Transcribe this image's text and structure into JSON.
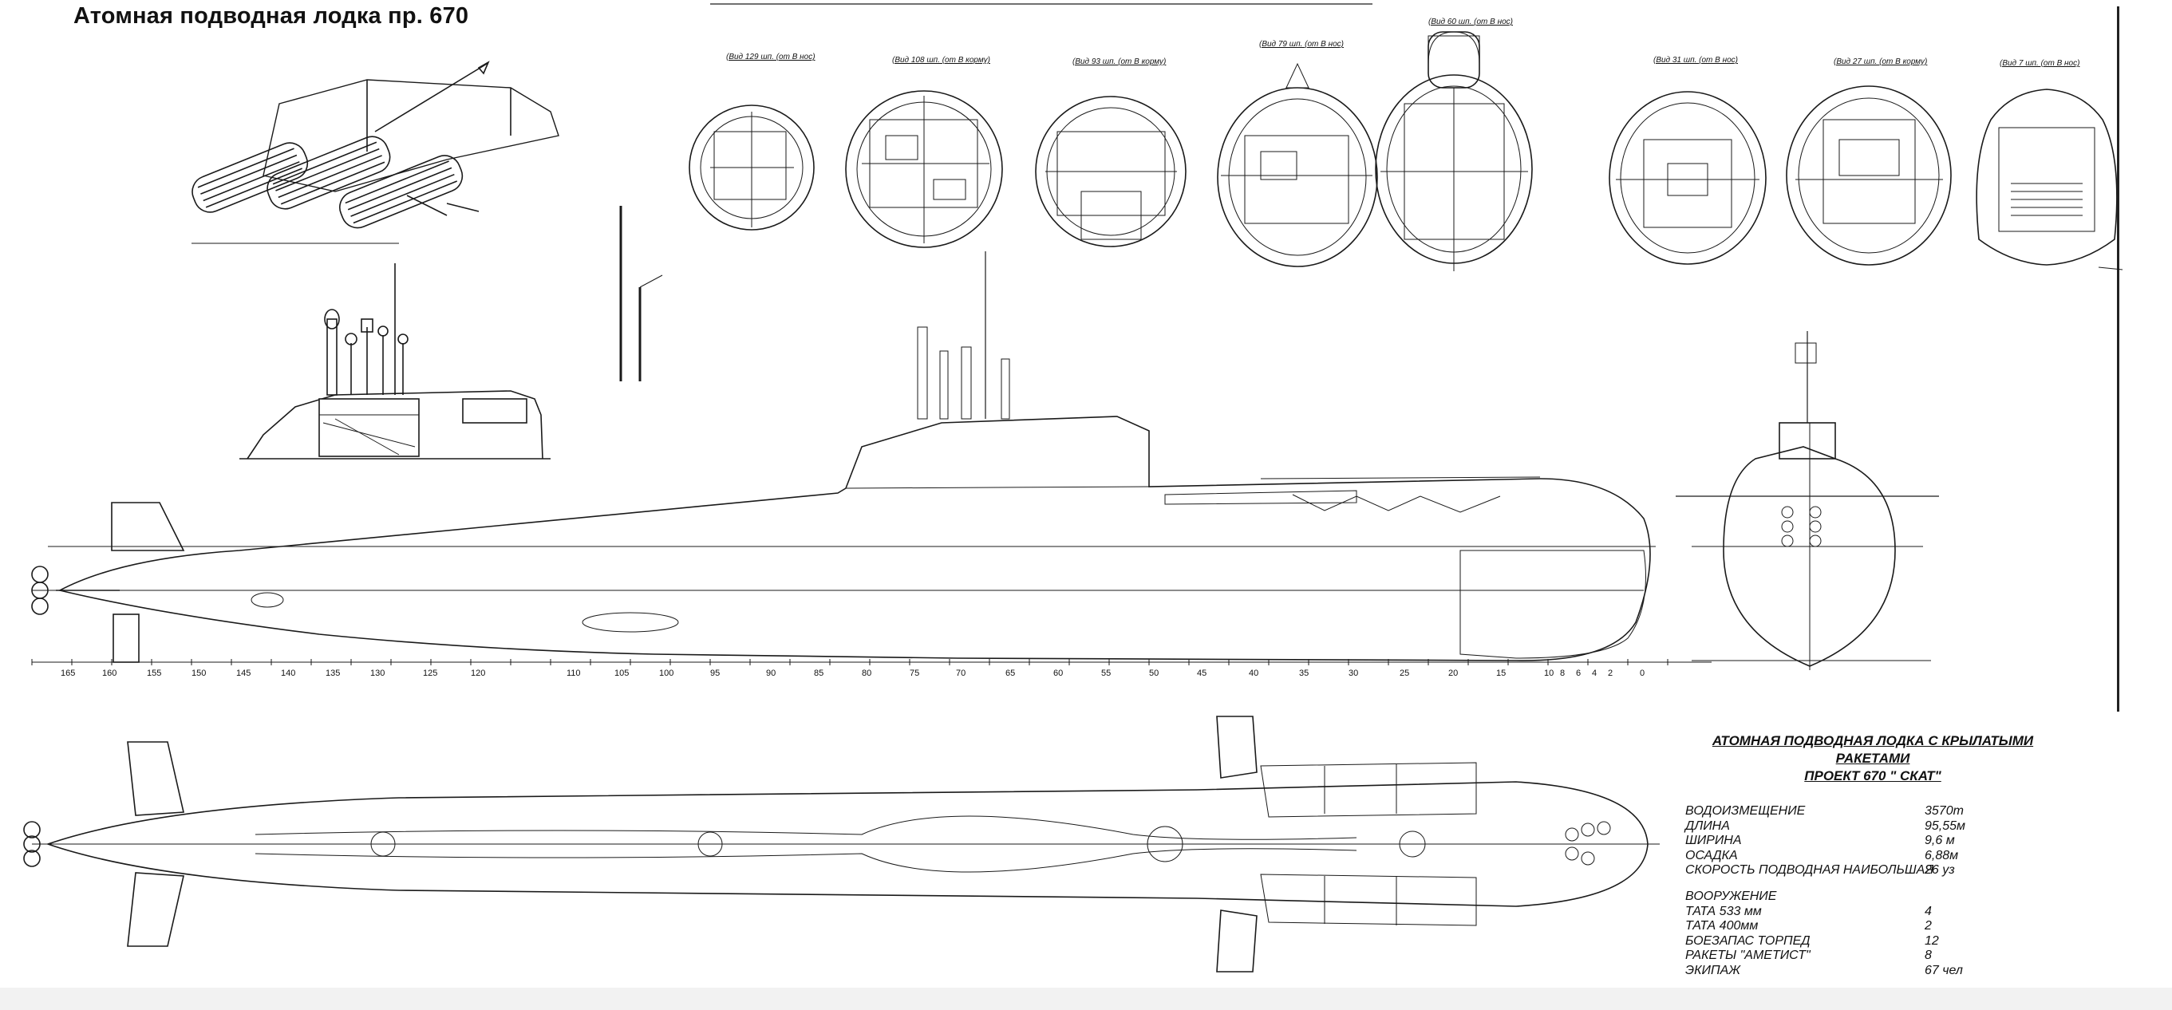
{
  "page": {
    "title": "Атомная подводная лодка пр. 670"
  },
  "spec": {
    "title_line1": "АТОМНАЯ ПОДВОДНАЯ ЛОДКА С КРЫЛАТЫМИ РАКЕТАМИ",
    "title_line2": "ПРОЕКТ 670 \" СКАТ\"",
    "rows": [
      {
        "label": "ВОДОИЗМЕЩЕНИЕ",
        "value": "3570т"
      },
      {
        "label": "ДЛИНА",
        "value": "95,55м"
      },
      {
        "label": "ШИРИНА",
        "value": "9,6 м"
      },
      {
        "label": "ОСАДКА",
        "value": "6,88м"
      },
      {
        "label": "СКОРОСТЬ ПОДВОДНАЯ НАИБОЛЬШАЯ",
        "value": "26 уз"
      }
    ],
    "armament_heading": "ВООРУЖЕНИЕ",
    "armament": [
      {
        "label": "ТАТА 533 мм",
        "value": "4"
      },
      {
        "label": "ТАТА 400мм",
        "value": "2"
      },
      {
        "label": "БОЕЗАПАС ТОРПЕД",
        "value": "12"
      },
      {
        "label": "РАКЕТЫ \"АМЕТИСТ\"",
        "value": "8"
      },
      {
        "label": "ЭКИПАЖ",
        "value": "67 чел"
      }
    ]
  },
  "scale_labels": [
    "165",
    "160",
    "155",
    "150",
    "145",
    "140",
    "135",
    "130",
    "125",
    "120",
    "110",
    "105",
    "100",
    "95",
    "90",
    "85",
    "80",
    "75",
    "70",
    "65",
    "60",
    "55",
    "50",
    "45",
    "40",
    "35",
    "30",
    "25",
    "20",
    "15",
    "10",
    "8",
    "6",
    "4",
    "2",
    "0"
  ],
  "section_labels": [
    "(Вид 129 шп. (от В нос)",
    "(Вид 108 шп. (от В корму)",
    "(Вид 93 шп. (от В корму)",
    "(Вид 79 шп. (от В нос)",
    "(Вид 60 шп. (от В нос)",
    "(Вид 31 шп. (от В нос)",
    "(Вид 27 шп. (от В корму)",
    "(Вид 7 шп. (от В нос)"
  ]
}
